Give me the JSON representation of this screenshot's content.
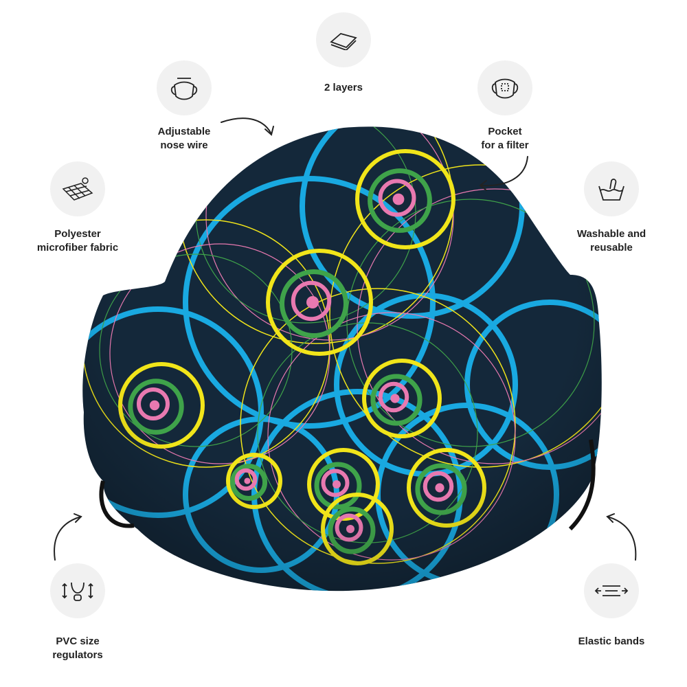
{
  "features": [
    {
      "id": "two-layers",
      "lines": [
        "2 layers"
      ],
      "icon": "layers-icon"
    },
    {
      "id": "nose-wire",
      "lines": [
        "Adjustable",
        "nose wire"
      ],
      "icon": "mask-wire-icon"
    },
    {
      "id": "pocket",
      "lines": [
        "Pocket",
        "for a filter"
      ],
      "icon": "filter-pocket-icon"
    },
    {
      "id": "polyester",
      "lines": [
        "Polyester",
        "microfiber fabric"
      ],
      "icon": "fabric-icon"
    },
    {
      "id": "washable",
      "lines": [
        "Washable and",
        "reusable"
      ],
      "icon": "wash-icon"
    },
    {
      "id": "pvc",
      "lines": [
        "PVC size",
        "regulators"
      ],
      "icon": "regulator-icon"
    },
    {
      "id": "elastic",
      "lines": [
        "Elastic bands"
      ],
      "icon": "elastic-band-icon"
    }
  ],
  "colors": {
    "mask": "#14283a",
    "blue": "#19a9e1",
    "yellow": "#f1e51a",
    "green": "#3fa34a",
    "pink": "#e879b0"
  }
}
